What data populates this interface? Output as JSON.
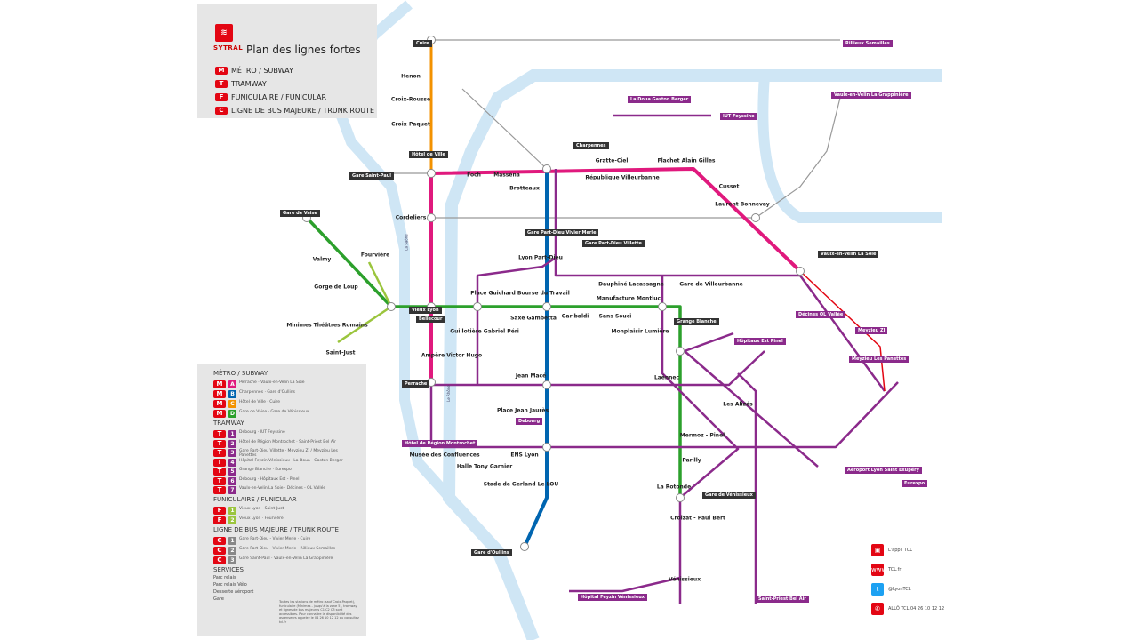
{
  "header": {
    "logo_text": "SYTRAL",
    "title": "Plan des lignes fortes",
    "modes": [
      {
        "badge": "M",
        "label": "MÉTRO / SUBWAY"
      },
      {
        "badge": "T",
        "label": "TRAMWAY"
      },
      {
        "badge": "F",
        "label": "FUNICULAIRE / FUNICULAR"
      },
      {
        "badge": "C",
        "label": "LIGNE DE BUS MAJEURE / TRUNK ROUTE"
      }
    ]
  },
  "legend": {
    "metro_title": "MÉTRO / SUBWAY",
    "metro": [
      {
        "mode": "M",
        "line": "A",
        "color": "#e0197d",
        "text": "Perrache · Vaulx-en-Velin La Soie"
      },
      {
        "mode": "M",
        "line": "B",
        "color": "#0065b0",
        "text": "Charpennes · Gare d'Oullins"
      },
      {
        "mode": "M",
        "line": "C",
        "color": "#f39200",
        "text": "Hôtel de Ville · Cuire"
      },
      {
        "mode": "M",
        "line": "D",
        "color": "#2ca02c",
        "text": "Gare de Vaise · Gare de Vénissieux"
      }
    ],
    "tram_title": "TRAMWAY",
    "tram": [
      {
        "mode": "T",
        "line": "1",
        "color": "#8b2a8b",
        "text": "Debourg · IUT Feyssine"
      },
      {
        "mode": "T",
        "line": "2",
        "color": "#8b2a8b",
        "text": "Hôtel de Région Montrochet · Saint-Priest Bel Air"
      },
      {
        "mode": "T",
        "line": "3",
        "color": "#8b2a8b",
        "text": "Gare Part-Dieu Villette · Meyzieu ZI / Meyzieu Les Panettes"
      },
      {
        "mode": "T",
        "line": "4",
        "color": "#8b2a8b",
        "text": "Hôpital Feyzin Vénissieux · La Doua - Gaston Berger"
      },
      {
        "mode": "T",
        "line": "5",
        "color": "#8b2a8b",
        "text": "Grange Blanche · Eurexpo"
      },
      {
        "mode": "T",
        "line": "6",
        "color": "#8b2a8b",
        "text": "Debourg · Hôpitaux Est - Pinel"
      },
      {
        "mode": "T",
        "line": "7",
        "color": "#8b2a8b",
        "text": "Vaulx-en-Velin La Soie · Décines - OL Vallée"
      }
    ],
    "funi_title": "FUNICULAIRE / FUNICULAR",
    "funi": [
      {
        "mode": "F",
        "line": "1",
        "color": "#9bc53d",
        "text": "Vieux Lyon · Saint-Just"
      },
      {
        "mode": "F",
        "line": "2",
        "color": "#9bc53d",
        "text": "Vieux Lyon · Fourvière"
      }
    ],
    "bus_title": "LIGNE DE BUS MAJEURE / TRUNK ROUTE",
    "bus": [
      {
        "mode": "C",
        "line": "1",
        "color": "#888888",
        "text": "Gare Part-Dieu - Vivier Merle · Cuire"
      },
      {
        "mode": "C",
        "line": "2",
        "color": "#888888",
        "text": "Gare Part-Dieu - Vivier Merle · Rillieux Semailles"
      },
      {
        "mode": "C",
        "line": "3",
        "color": "#888888",
        "text": "Gare Saint-Paul · Vaulx-en-Velin La Grappinière"
      }
    ],
    "services_title": "SERVICES",
    "services": [
      "Parc relais",
      "Parc relais Vélo",
      "Desserte aéroport",
      "Gare"
    ],
    "accessibility_note": "Toutes les stations de métro (sauf Croix-Paquet), funiculaire (Minimes - jusqu'à la zone 5), tramway et lignes de bus majeures C1 C2 C3 sont accessibles. Pour connaître la disponibilité des ascenseurs appelez le 04 26 10 12 12 ou consultez tcl.fr"
  },
  "contacts": [
    {
      "icon": "phone-app-icon",
      "label": "L'appli TCL"
    },
    {
      "icon": "web-icon",
      "label": "TCL.fr"
    },
    {
      "icon": "twitter-icon",
      "label": "@LyonTCL"
    },
    {
      "icon": "phone-icon",
      "label": "ALLÔ TCL 04 26 10 12 12"
    }
  ],
  "stations": {
    "boxed": [
      "Cuire",
      "Hôtel de Ville",
      "Gare de Vaise",
      "Gare Saint-Paul",
      "Charpennes",
      "Gare Part-Dieu Vivier Merle",
      "Gare Part-Dieu Villette",
      "Vieux Lyon",
      "Bellecour",
      "Perrache",
      "Hôtel de Région Montrochet",
      "Debourg",
      "Gare d'Oullins",
      "Grange Blanche",
      "Gare de Vénissieux",
      "Vaulx-en-Velin La Soie",
      "Hôpitaux Est Pinel",
      "Décines OL Vallée",
      "Meyzieu ZI",
      "Meyzieu Les Panettes",
      "Eurexpo",
      "Aéroport Lyon Saint Exupéry",
      "Saint-Priest Bel Air",
      "Hôpital Feyzin Vénissieux",
      "La Doua Gaston Berger",
      "IUT Feyssine",
      "Rillieux Semailles",
      "Vaulx-en-Velin La Grappinière"
    ],
    "labels": [
      "Henon",
      "Croix-Rousse",
      "Croix-Paquet",
      "Foch",
      "Masséna",
      "Brotteaux",
      "République Villeurbanne",
      "Gratte-Ciel",
      "Flachet Alain Gilles",
      "Cusset",
      "Laurent Bonnevay",
      "Cordeliers",
      "Valmy",
      "Gorge de Loup",
      "Minimes Théâtres Romains",
      "Saint-Just",
      "Fourvière",
      "Guillotière Gabriel Péri",
      "Saxe Gambetta",
      "Garibaldi",
      "Sans Souci",
      "Monplaisir Lumière",
      "Place Guichard Bourse du Travail",
      "Ampère Victor Hugo",
      "Jean Macé",
      "Place Jean Jaurès",
      "Stade de Gerland Le LOU",
      "Laënnec",
      "Mermoz - Pinel",
      "Parilly",
      "Les Alizés",
      "Gare de Villeurbanne",
      "Dauphiné Lacassagne",
      "Manufacture Montluc",
      "Musée des Confluences",
      "Halle Tony Garnier",
      "ENS Lyon",
      "Croizat - Paul Bert",
      "Vénissieux",
      "Lyon Part-Dieu",
      "La Rotonde"
    ]
  },
  "map": {
    "river_labels": [
      "Le Rhône",
      "La Saône"
    ],
    "colors": {
      "metroA": "#e0197d",
      "metroB": "#0065b0",
      "metroC": "#f39200",
      "metroD": "#2ca02c",
      "tram": "#8b2a8b",
      "bus": "#999999",
      "funi": "#9bc53d",
      "rhonexpress": "#e30613",
      "river": "#cfe6f5"
    }
  }
}
